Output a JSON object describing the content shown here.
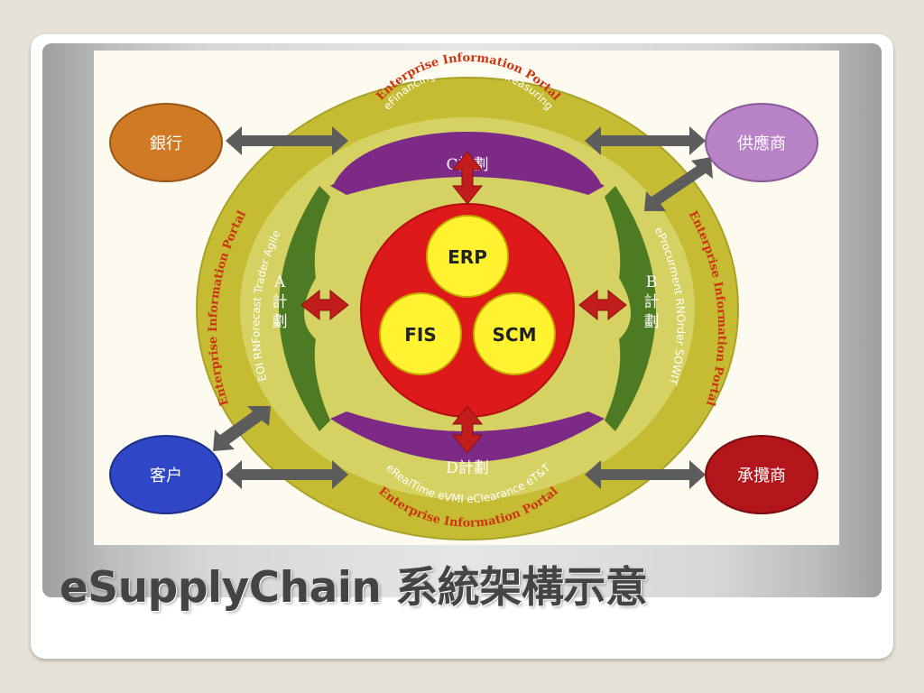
{
  "slide": {
    "title": "eSupplyChain 系統架構示意"
  },
  "diagram": {
    "portal": {
      "top": "Enterprise Information Portal",
      "bottom": "Enterprise Information Portal",
      "left": "Enterprise Information Portal",
      "right": "Enterprise Information Portal"
    },
    "core": {
      "top": "ERP",
      "left": "FIS",
      "right": "SCM"
    },
    "plans": {
      "c": {
        "label": "C計劃",
        "services": "eFinancing ePayment eTreasuring"
      },
      "d": {
        "label": "D計劃",
        "services": "eRealTime eVMI eClearance eT&T"
      },
      "a": {
        "letter": "A",
        "label1": "計",
        "label2": "劃",
        "services": "EOI RNForecast Trader Agile"
      },
      "b": {
        "letter": "B",
        "label1": "計",
        "label2": "劃",
        "services": "eProcurment RNOrder SOWIT"
      }
    },
    "nodes": {
      "bank": "銀行",
      "supplier": "供應商",
      "customer": "客户",
      "contractor": "承攬商"
    },
    "colors": {
      "outer_ring": "#c5bc33",
      "inner_field": "#d5d163",
      "purple_band": "#7c2a86",
      "green_band": "#4d7b23",
      "core_red": "#dd1919",
      "core_yellow": "#fff230",
      "bank": "#d07a26",
      "supplier": "#b983c7",
      "customer": "#2f47c7",
      "contractor": "#b2161b",
      "gray_arrow": "#5c5c5c",
      "red_arrow": "#c21d1d"
    }
  }
}
